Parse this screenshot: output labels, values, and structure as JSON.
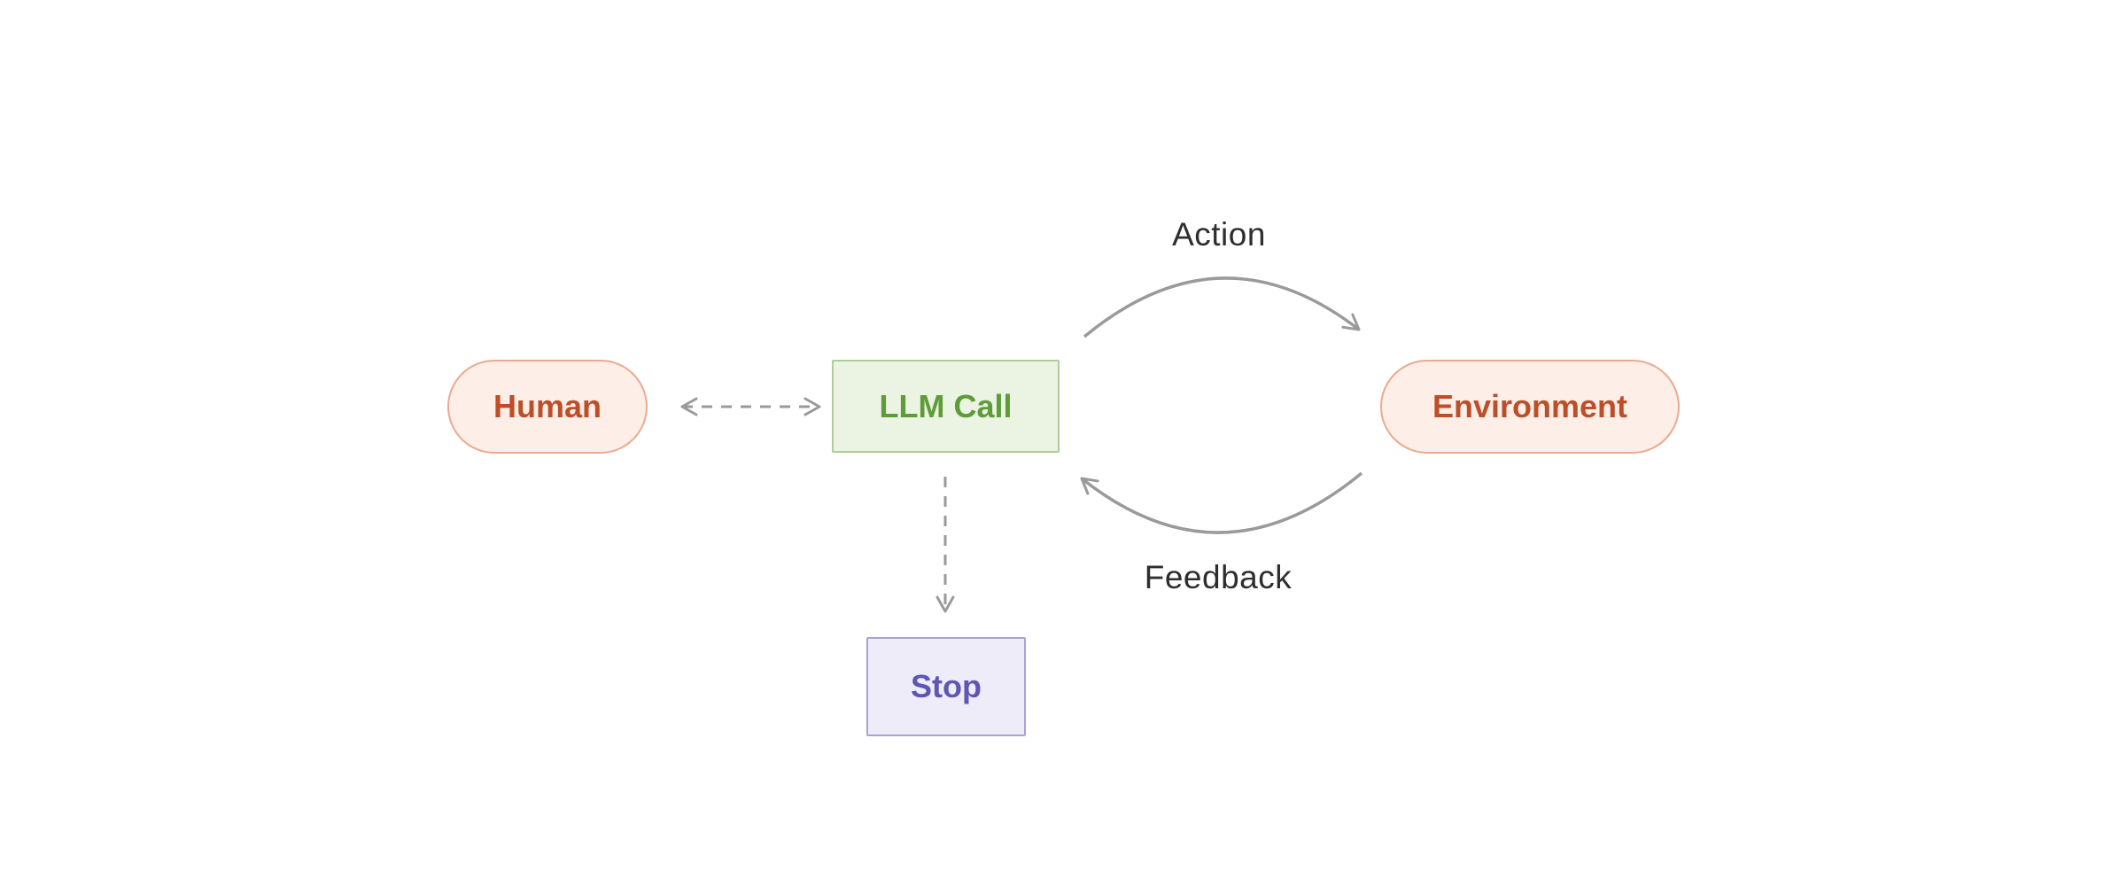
{
  "diagram": {
    "nodes": {
      "human": {
        "label": "Human",
        "shape": "pill",
        "fill": "#fdeee8",
        "border": "#eaab8e",
        "text_color": "#bc4f28"
      },
      "llm_call": {
        "label": "LLM Call",
        "shape": "rect",
        "fill": "#ebf3e3",
        "border": "#b0cc98",
        "text_color": "#5e9c38"
      },
      "environment": {
        "label": "Environment",
        "shape": "pill",
        "fill": "#fdeee8",
        "border": "#eaab8e",
        "text_color": "#bc4f28"
      },
      "stop": {
        "label": "Stop",
        "shape": "rect",
        "fill": "#edecf8",
        "border": "#a8a2d8",
        "text_color": "#5f55b3"
      }
    },
    "edges": {
      "action": {
        "label": "Action",
        "from": "llm_call",
        "to": "environment",
        "style": "solid-curved-arrow"
      },
      "feedback": {
        "label": "Feedback",
        "from": "environment",
        "to": "llm_call",
        "style": "solid-curved-arrow"
      },
      "human_llm": {
        "label": "",
        "from": "human",
        "to": "llm_call",
        "style": "dashed-double-arrow"
      },
      "llm_stop": {
        "label": "",
        "from": "llm_call",
        "to": "stop",
        "style": "dashed-arrow"
      }
    },
    "colors": {
      "arrow": "#9a9a9a",
      "edge_label_text": "#2e2e2e",
      "background": "#ffffff"
    }
  }
}
